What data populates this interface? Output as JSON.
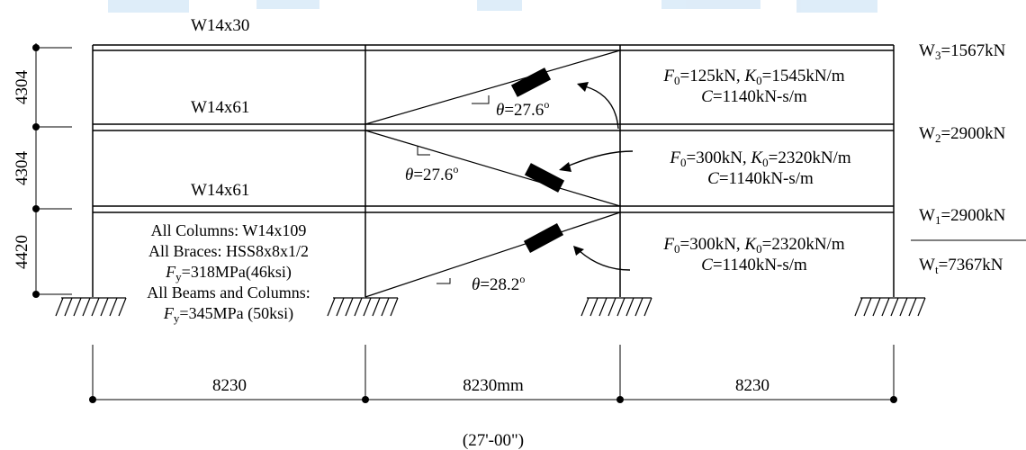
{
  "header": {
    "roof_beam": "W14x30"
  },
  "floor_beams": {
    "level3": "W14x61",
    "level2": "W14x61"
  },
  "story_heights": [
    "4304",
    "4304",
    "4420"
  ],
  "notes": {
    "columns": "All Columns: W14x109",
    "braces": "All Braces: HSS8x8x1/2",
    "fy_brace_sym": "F",
    "fy_brace_sub": "y",
    "fy_brace_rest": "=318MPa(46ksi)",
    "beams_columns": "All Beams and Columns:",
    "fy_bc_sym": "F",
    "fy_bc_sub": "y",
    "fy_bc_rest": "=345MPa (50ksi)"
  },
  "angles": {
    "story3": {
      "sym": "θ",
      "val": "=27.6",
      "deg": "o"
    },
    "story2": {
      "sym": "θ",
      "val": "=27.6",
      "deg": "o"
    },
    "story1": {
      "sym": "θ",
      "val": "=28.2",
      "deg": "o"
    }
  },
  "dampers": {
    "story3": {
      "F": "F",
      "F_sub": "0",
      "F_val": "=125kN, ",
      "K": "K",
      "K_sub": "0",
      "K_val": "=1545kN/m",
      "C": "C",
      "C_val": "=1140kN-s/m"
    },
    "story2": {
      "F": "F",
      "F_sub": "0",
      "F_val": "=300kN, ",
      "K": "K",
      "K_sub": "0",
      "K_val": "=2320kN/m",
      "C": "C",
      "C_val": "=1140kN-s/m"
    },
    "story1": {
      "F": "F",
      "F_sub": "0",
      "F_val": "=300kN, ",
      "K": "K",
      "K_sub": "0",
      "K_val": "=2320kN/m",
      "C": "C",
      "C_val": "=1140kN-s/m"
    }
  },
  "weights": {
    "w3": {
      "sym": "W",
      "sub": "3",
      "val": "=1567kN"
    },
    "w2": {
      "sym": "W",
      "sub": "2",
      "val": "=2900kN"
    },
    "w1": {
      "sym": "W",
      "sub": "1",
      "val": "=2900kN"
    },
    "wt": {
      "sym": "W",
      "sub": "t",
      "val": "=7367kN"
    }
  },
  "spans": [
    "8230",
    "8230mm",
    "8230"
  ],
  "span_imperial": "(27'-00\")",
  "colors": {
    "line": "#000000",
    "bg": "#ffffff",
    "watermark": "#d6e8f7"
  }
}
